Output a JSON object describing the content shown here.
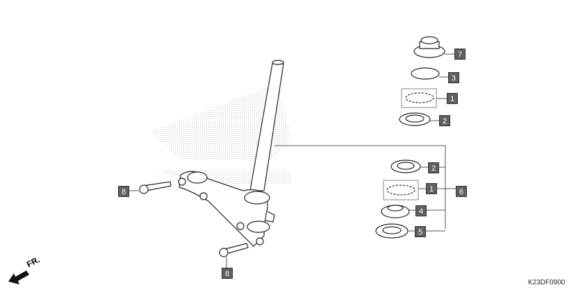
{
  "diagram": {
    "type": "parts-exploded-view",
    "subject": "steering stem assembly",
    "drawing_code": "K23DF0900",
    "direction_indicator": {
      "label": "FR.",
      "icon": "arrow-front-left-icon"
    },
    "callouts": [
      {
        "id": "c7",
        "label": "7",
        "part": "steering stem lock nut"
      },
      {
        "id": "c3",
        "label": "3",
        "part": "dust seal"
      },
      {
        "id": "c1a",
        "label": "1",
        "part": "steel ball bearing (upper)"
      },
      {
        "id": "c2a",
        "label": "2",
        "part": "bearing race (upper)"
      },
      {
        "id": "c2b",
        "label": "2",
        "part": "bearing race"
      },
      {
        "id": "c1b",
        "label": "1",
        "part": "steel ball bearing (lower)"
      },
      {
        "id": "c6",
        "label": "6",
        "part": "steering stem set"
      },
      {
        "id": "c4",
        "label": "4",
        "part": "cone race"
      },
      {
        "id": "c5",
        "label": "5",
        "part": "dust seal (lower)"
      },
      {
        "id": "c8a",
        "label": "8",
        "part": "flange bolt (left)"
      },
      {
        "id": "c8b",
        "label": "8",
        "part": "flange bolt (lower)"
      }
    ],
    "colors": {
      "callout_bg": "#5f5f5f",
      "line": "#555555",
      "screen": "#c8c8c8"
    }
  }
}
